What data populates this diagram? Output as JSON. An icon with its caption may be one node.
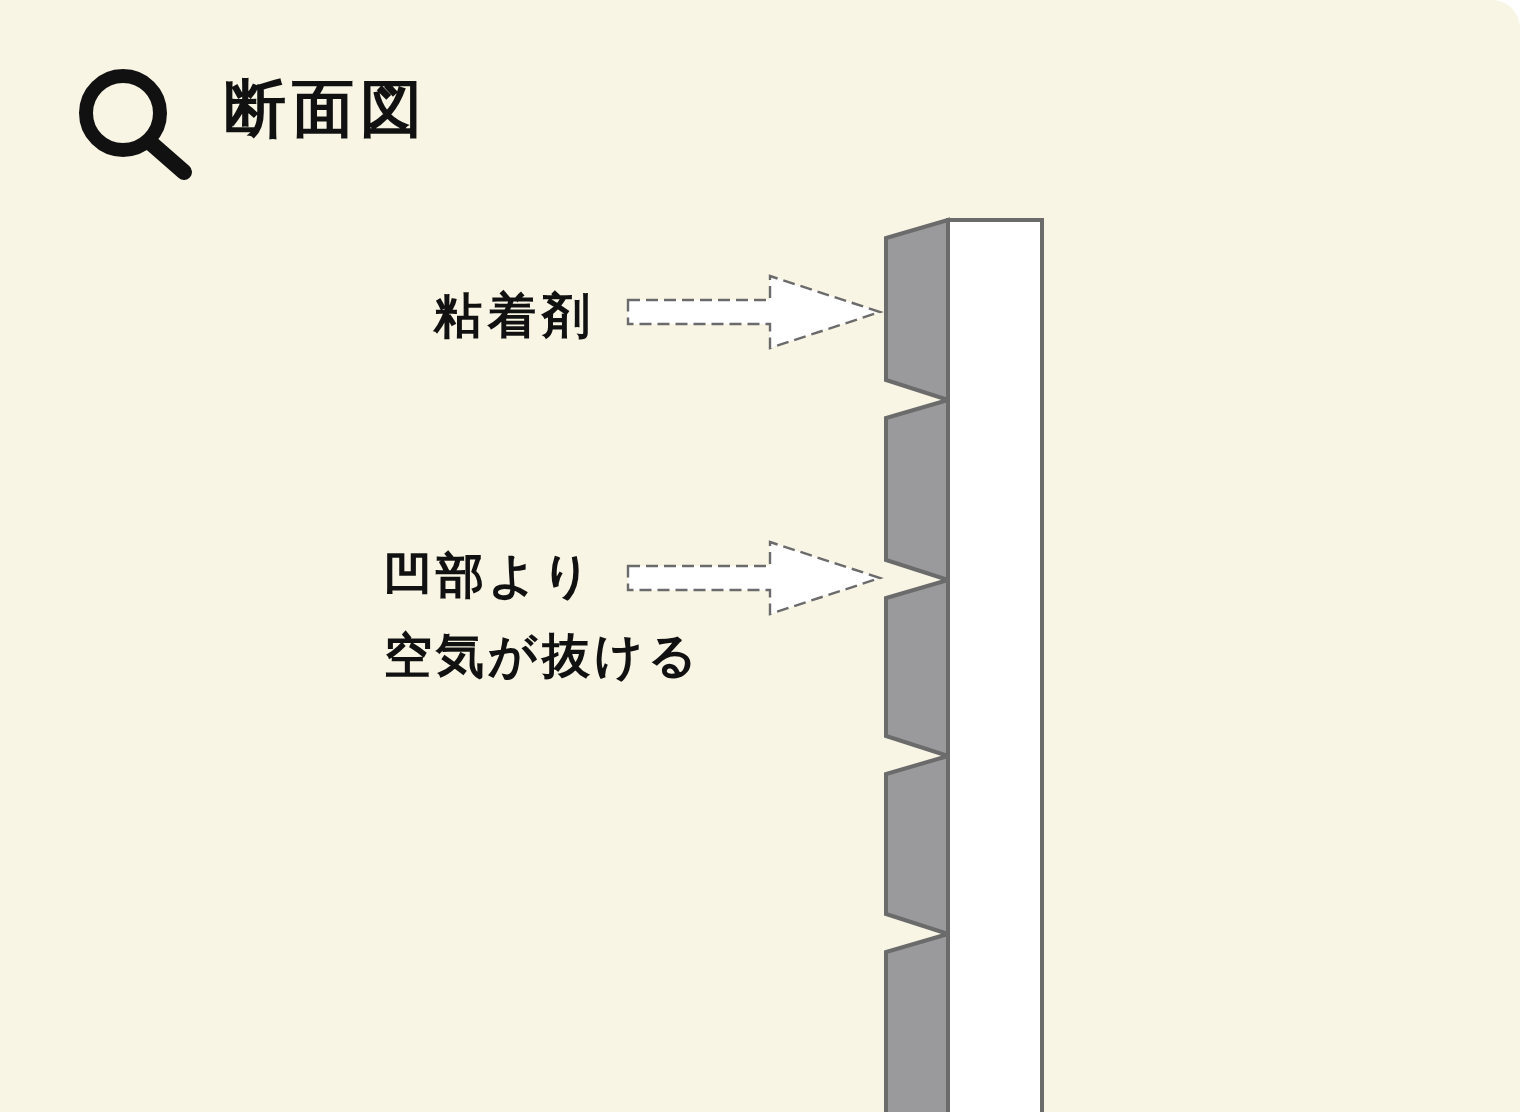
{
  "diagram": {
    "title": "断面図",
    "nodes": [
      {
        "text": [
          "粘着剤"
        ]
      },
      {
        "text": [],
        "shape": "bar"
      },
      {
        "text": [
          "凹部より空気が抜ける"
        ]
      }
    ],
    "edges": [
      {
        "from": 0,
        "to": 1,
        "arrow": "to",
        "style": "dashed"
      },
      {
        "from": 2,
        "to": null,
        "arrow": "to",
        "style": "dashed"
      }
    ]
  }
}
